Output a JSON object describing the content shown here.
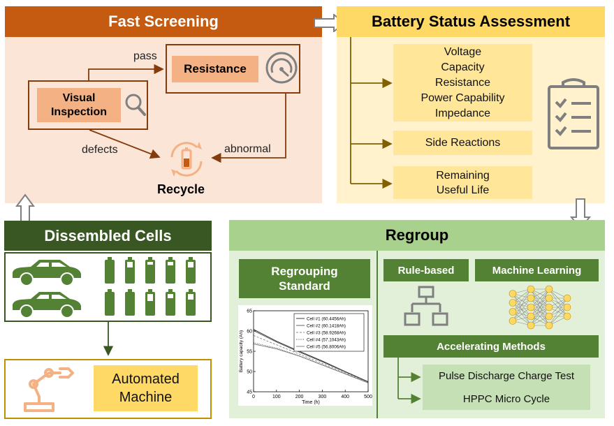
{
  "fast_screening": {
    "title": "Fast Screening",
    "resistance": "Resistance",
    "visual_inspection": "Visual\nInspection",
    "pass": "pass",
    "defects": "defects",
    "abnormal": "abnormal",
    "recycle": "Recycle"
  },
  "battery_status": {
    "title": "Battery Status Assessment",
    "group1": [
      "Voltage",
      "Capacity",
      "Resistance",
      "Power Capability",
      "Impedance"
    ],
    "group2": "Side Reactions",
    "group3": "Remaining\nUseful Life"
  },
  "dissembled": {
    "title": "Dissembled Cells",
    "machine": "Automated\nMachine"
  },
  "regroup": {
    "title": "Regroup",
    "standard": "Regrouping\nStandard",
    "rule_based": "Rule-based",
    "machine_learning": "Machine Learning",
    "accelerating": "Accelerating Methods",
    "methods": [
      "Pulse Discharge Charge Test",
      "HPPC Micro Cycle"
    ]
  },
  "colors": {
    "orange_header": "#c55a11",
    "orange_bg": "#fbe5d6",
    "orange_box": "#f4b183",
    "brown": "#843c0c",
    "yellow_header": "#ffd966",
    "yellow_bg": "#fff2cc",
    "yellow_box": "#ffe699",
    "dark_green": "#385723",
    "green": "#548235",
    "light_green_header": "#a9d18e",
    "light_green_bg": "#e2f0d9",
    "pale_green": "#c5e0b4",
    "gold": "#bf9000"
  },
  "chart_data": {
    "type": "line",
    "xlabel": "Time (h)",
    "ylabel": "Battery capacity (Ah)",
    "xlim": [
      0,
      500
    ],
    "ylim": [
      45,
      65
    ],
    "xticks": [
      0,
      100,
      200,
      300,
      400,
      500
    ],
    "yticks": [
      45,
      50,
      55,
      60,
      65
    ],
    "legend_position": "top-right",
    "series": [
      {
        "name": "Cell #1 (60.4456Ah)",
        "x": [
          0,
          100,
          200,
          300,
          400,
          500
        ],
        "values": [
          60.4,
          57.5,
          55.0,
          52.6,
          50.0,
          47.5
        ]
      },
      {
        "name": "Cell #2 (60.1418Ah)",
        "x": [
          0,
          100,
          200,
          300,
          400,
          500
        ],
        "values": [
          60.1,
          57.3,
          54.8,
          52.4,
          49.9,
          47.4
        ]
      },
      {
        "name": "Cell #3 (58.9268Ah)",
        "x": [
          0,
          100,
          200,
          300,
          400,
          500
        ],
        "values": [
          58.9,
          56.6,
          54.3,
          52.0,
          49.7,
          47.3
        ]
      },
      {
        "name": "Cell #4 (57.1043Ah)",
        "x": [
          0,
          100,
          200,
          300,
          400,
          500
        ],
        "values": [
          57.1,
          55.8,
          53.9,
          51.7,
          49.5,
          47.2
        ]
      },
      {
        "name": "Cell #5 (56.8006Ah)",
        "x": [
          0,
          100,
          200,
          300,
          400,
          500
        ],
        "values": [
          56.8,
          55.6,
          53.8,
          51.6,
          49.4,
          47.2
        ]
      }
    ]
  }
}
